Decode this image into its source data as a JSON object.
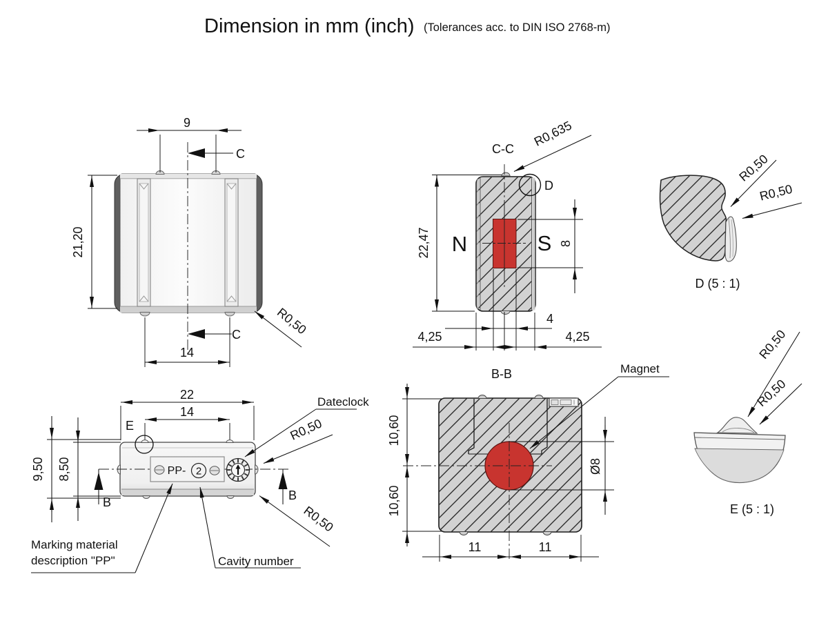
{
  "title": {
    "main": "Dimension in mm (inch)",
    "tolerance": "(Tolerances acc. to DIN ISO 2768-m)"
  },
  "colors": {
    "magnet_red": "#c8342f",
    "body_gray": "#d2d2d2",
    "line": "#111111"
  },
  "views": {
    "front": {
      "dim_top": "9",
      "dim_height": "21,20",
      "dim_bottom": "14",
      "radius": "R0,50",
      "section_top": "C",
      "section_bottom": "C"
    },
    "section_cc": {
      "label": "C-C",
      "radius_top": "R0,635",
      "detail_ref": "D",
      "pole_n": "N",
      "pole_s": "S",
      "dim_height": "22,47",
      "dim_magnet_h": "8",
      "dim_magnet_w": "4",
      "dim_left": "4,25",
      "dim_right": "4,25"
    },
    "detail_d": {
      "label": "D  (5 : 1)",
      "radius_1": "R0,50",
      "radius_2": "R0,50"
    },
    "top": {
      "dim_width": "22",
      "dim_inner": "14",
      "detail_ref": "E",
      "dim_outer_h": "9,50",
      "dim_inner_h": "8,50",
      "section_left": "B",
      "section_right": "B",
      "dateclock_label": "Dateclock",
      "radius_upper": "R0,50",
      "radius_lower": "R0,50",
      "marking_text": "PP-",
      "cavity_digit": "2",
      "marking_note_1": "Marking material",
      "marking_note_2": "description \"PP\"",
      "cavity_note": "Cavity number"
    },
    "section_bb": {
      "label": "B-B",
      "magnet_label": "Magnet",
      "dim_upper": "10,60",
      "dim_lower": "10,60",
      "dim_diameter": "Ø8",
      "dim_left": "11",
      "dim_right": "11"
    },
    "detail_e": {
      "label": "E  (5 : 1)",
      "radius_1": "R0,50",
      "radius_2": "R0,50"
    }
  }
}
